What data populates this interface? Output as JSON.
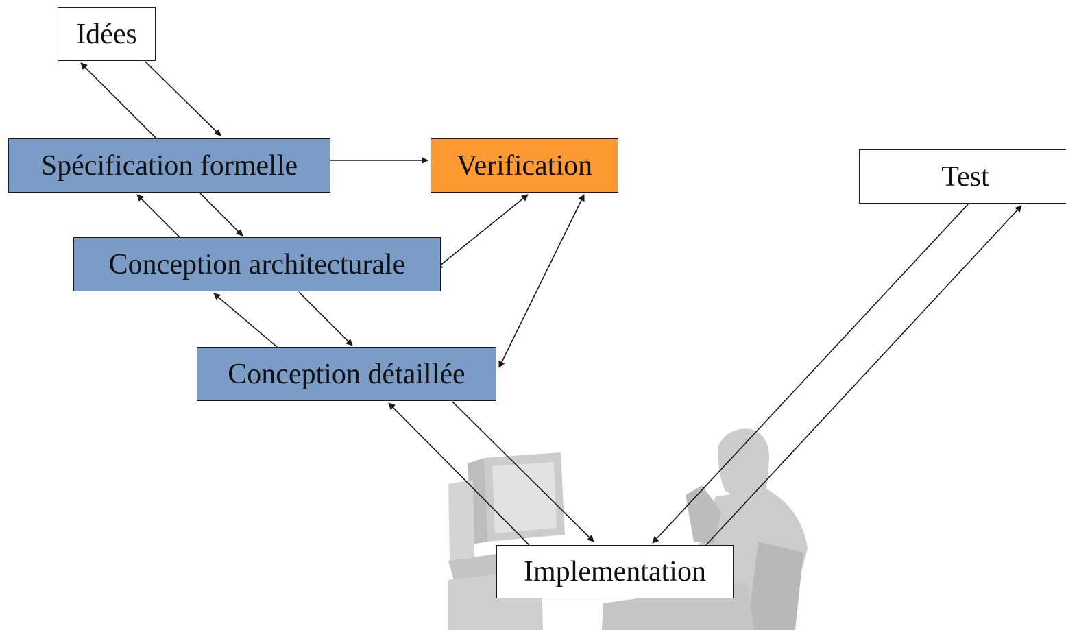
{
  "colors": {
    "phase_fill": "#7b9cc6",
    "verification_fill": "#fd9a32",
    "plain_fill": "#ffffff",
    "stroke": "#1a1a1a",
    "arrow": "#1a1a1a",
    "illustration": "#c8c8c8"
  },
  "nodes": {
    "idees": "Idées",
    "specification": "Spécification formelle",
    "verification": "Verification",
    "test": "Test",
    "architecture": "Conception architecturale",
    "detailed": "Conception détaillée",
    "implementation": "Implementation"
  },
  "illustration": {
    "icon": "person-at-computer-icon"
  }
}
